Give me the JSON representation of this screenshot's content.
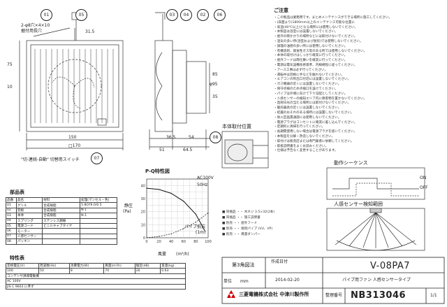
{
  "callouts": [
    "01",
    "02",
    "03",
    "04",
    "05",
    "06",
    "07",
    "08"
  ],
  "dims": {
    "holes": "2-φ8穴×4×10",
    "wire_dim": "31.5",
    "cord_note": "据付用長穴",
    "d150": "150",
    "d170": "□170",
    "d75": "75",
    "d10": "10",
    "d85": "85",
    "d51": "51",
    "d64": "64.5",
    "d36": "36.5",
    "d54": "54",
    "d35": "35",
    "dphi95": "φ95",
    "switch_note": "\"切-連続-自動\" 切替用スイッチ"
  },
  "section_label": "本体取付位置",
  "notes_title": "ご注意",
  "notes": [
    "・この製品は業務用です。まとめメンテナンスができる場所に施工してください。",
    "・(床面より)1800mm以上のメンテナンス可能な位置に",
    "・高温(40℃以上)となる場所には使用しないでください。",
    "・本製品は浴室には設置しないでください。",
    "・屋外の雨かかりの場所などには取付けないでください。",
    "・湿気の多い所(浴室および厨房)では使用しないでください。",
    "・調理の油煙の多い所には使用しないでください。",
    "・有機溶剤、腐食性ガス等のある所では使用しないでください。",
    "・本体の取付けはしっかり確実に行ってください。",
    "・屋外フードは雨仕舞いを確実に行ってください。",
    "・電源は電気設備技術基準、内線規程に従ってください。",
    "・アース工事は必ず行ってください。",
    "・運転中は羽根に手などを触れないでください。",
    "・エアコンの吹出口付近には設置しないでください。",
    "・ガス機器の近くには設置しないでください。",
    "・保守点検のため点検口を設けてください。",
    "・パイプは外側に向けて下り勾配としてください。",
    "・人感センサーの検知エリア内に障害物を置かないでください。",
    "・直射日光の当たる場所には取付けないでください。",
    "・暖房器具の近くには設置しないでください。",
    "・結露のおそれのある場所には設置しないでください。",
    "・防火区画貫通部には使用しないでください。",
    "・電源プラグはコンセントに確実に差し込んでください。",
    "・定期的に清掃を行ってください。",
    "・長期間使用しない場合は電源プラグを抜いてください。",
    "・本製品を分解・改造しないでください。",
    "・取付けは販売店または専門業者に依頼してください。",
    "・取扱説明書をよくお読みください。",
    "・仕様は予告なく変更することがあります。"
  ],
  "pq": {
    "title": "P-Q特性図",
    "ylabel": "静圧",
    "yunit": "(Pa)",
    "xlabel": "風量",
    "xunit": "(m³/h)",
    "note": "AC100V",
    "freq": "50Hz",
    "curve_label": "パイプ抵抗",
    "length_label": "(1m)",
    "yticks": [
      "40",
      "30",
      "20",
      "10",
      "0"
    ],
    "xticks": [
      "0",
      "20",
      "40",
      "60",
      "80",
      "100"
    ]
  },
  "chart_data": {
    "type": "line",
    "title": "P-Q特性図",
    "xlabel": "風量",
    "xunit": "(m³/h)",
    "ylabel": "静圧",
    "yunit": "(Pa)",
    "xlim": [
      0,
      100
    ],
    "ylim": [
      0,
      45
    ],
    "series": [
      {
        "name": "50Hz",
        "x": [
          0,
          20,
          40,
          60,
          80,
          95
        ],
        "y": [
          38,
          37,
          34,
          28,
          18,
          5
        ]
      },
      {
        "name": "パイプ抵抗",
        "x": [
          0,
          20,
          40,
          60,
          80,
          100
        ],
        "y": [
          0,
          1,
          3,
          7,
          12,
          19
        ]
      }
    ]
  },
  "parts": {
    "title": "部品表",
    "headers": [
      "品番",
      "品名",
      "材料",
      "処理(マンセル・色)"
    ],
    "rows": [
      [
        "01",
        "グリル",
        "合成樹脂",
        "5.8GY9.0/0.5"
      ],
      [
        "02",
        "羽根",
        "合成樹脂",
        "N-1"
      ],
      [
        "03",
        "本体",
        "合成樹脂",
        "N-1"
      ],
      [
        "04",
        "スプリング",
        "ステンレス鋼線",
        ""
      ],
      [
        "05",
        "電源コード",
        "ビニルキャブタイヤ",
        ""
      ],
      [
        "06",
        "モーター",
        "",
        ""
      ],
      [
        "07",
        "人感センサー",
        "",
        ""
      ],
      [
        "08",
        "パッキン",
        "",
        ""
      ]
    ]
  },
  "spec": {
    "title": "特性表",
    "headers": [
      "定格電圧(V)",
      "周波数(Hz)",
      "消費電力(W)",
      "風量(m³/h)",
      "騒音(dB)",
      "質量(kg)"
    ],
    "row": [
      "100",
      "50",
      "8",
      "70",
      "26",
      "0.63"
    ],
    "notes": [
      "コンデンサ誘導電動機",
      "AC 100V",
      "JIS C 9603 に準ず"
    ]
  },
  "accessories": [
    "■ 同梱品 ・・ 木ネジ 3.5×32(2本)",
    "■ 同梱品 ・・ 施工説明書",
    "■ 別売 ・・ 屋外フード",
    "■ 別売 ・・ 接続パイプ (VU、VP)",
    "■ 別売 ・・ 風量ダンパー"
  ],
  "sensor": {
    "title1": "動作シーケンス",
    "title2": "人感センサー検知範囲",
    "on": "ON",
    "off": "OFF"
  },
  "titleblock": {
    "angle": "第3角図法",
    "date_label": "作成日付",
    "date": "2014-02-20",
    "model": "V-08PA7",
    "subtitle": "パイプ用ファン 人感センサータイプ",
    "drawing_no_label": "整理番号",
    "drawing_no": "NB313046",
    "page": "1/1",
    "company": "三菱電機株式会社 中津川製作所",
    "unit_label": "単位",
    "unit": "mm"
  }
}
